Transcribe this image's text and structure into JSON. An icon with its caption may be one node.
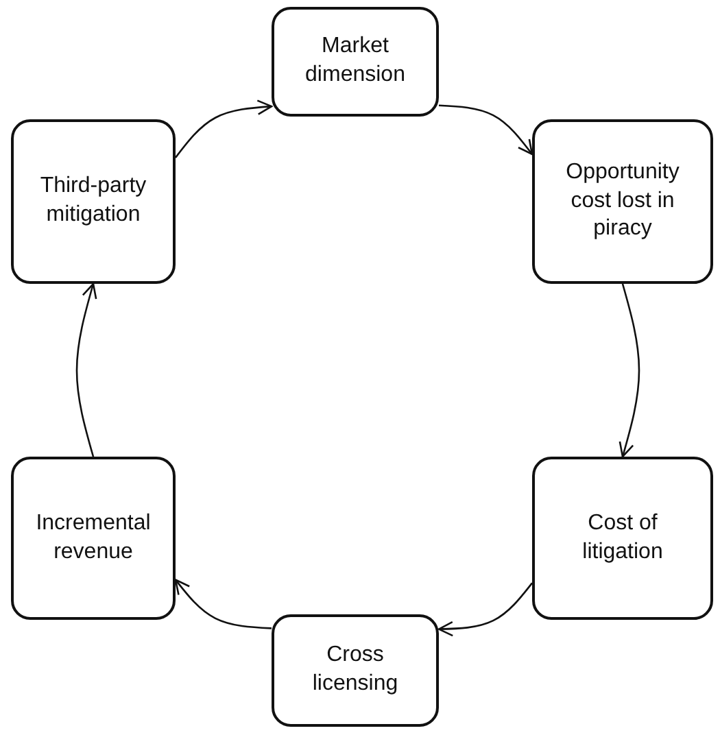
{
  "diagram": {
    "nodes": [
      {
        "text": [
          "Market dimension"
        ]
      },
      {
        "text": [
          "Opportunity cost lost in piracy"
        ]
      },
      {
        "text": [
          "Cost of litigation"
        ]
      },
      {
        "text": [
          "Cross licensing"
        ]
      },
      {
        "text": [
          "Incremental revenue"
        ]
      },
      {
        "text": [
          "Third-party mitigation"
        ]
      }
    ],
    "edges": [
      {
        "from": 0,
        "to": 1,
        "arrow": "to"
      },
      {
        "from": 1,
        "to": 2,
        "arrow": "to"
      },
      {
        "from": 2,
        "to": 3,
        "arrow": "to"
      },
      {
        "from": 3,
        "to": 4,
        "arrow": "to"
      },
      {
        "from": 4,
        "to": 5,
        "arrow": "to"
      },
      {
        "from": 5,
        "to": 0,
        "arrow": "to"
      }
    ]
  }
}
